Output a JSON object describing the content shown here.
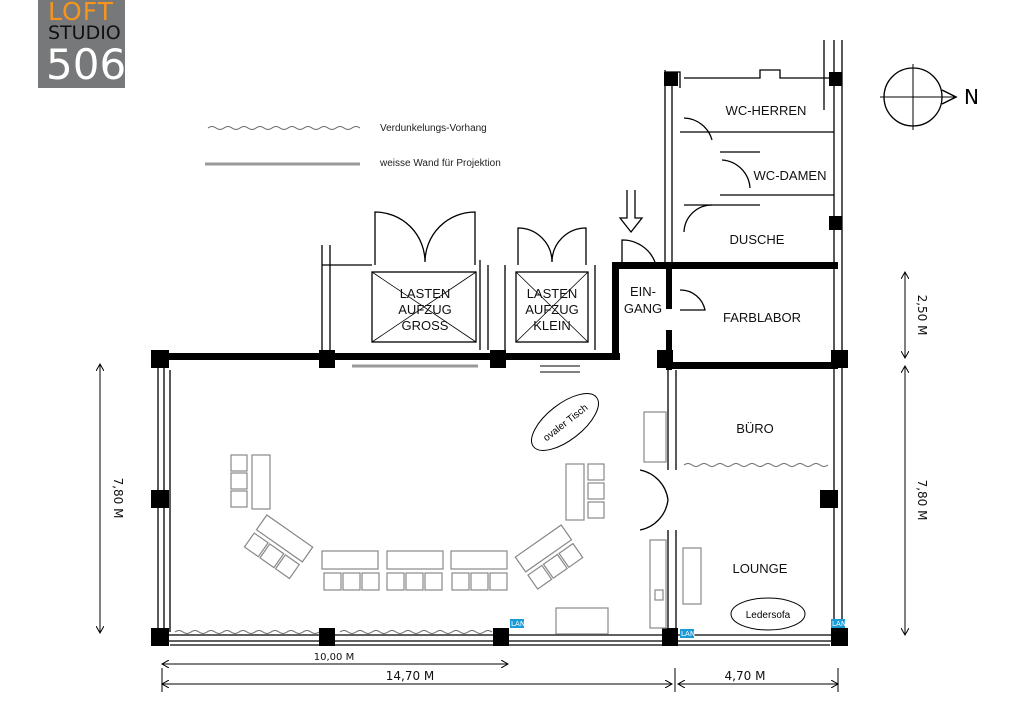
{
  "logo": {
    "line1": "LOFT",
    "line2": "STUDIO",
    "line3": "506"
  },
  "legend": [
    {
      "label": "Verdunkelungs-Vorhang"
    },
    {
      "label": "weisse Wand für Projektion"
    }
  ],
  "compass": {
    "label": "N"
  },
  "rooms": {
    "wc_herren": "WC-HERREN",
    "wc_damen": "WC-DAMEN",
    "dusche": "DUSCHE",
    "lasten_gross": [
      "LASTEN",
      "AUFZUG",
      "GROSS"
    ],
    "lasten_klein": [
      "LASTEN",
      "AUFZUG",
      "KLEIN"
    ],
    "eingang": [
      "EIN-",
      "GANG"
    ],
    "farblabor": "FARBLABOR",
    "buero": "BÜRO",
    "lounge": "LOUNGE"
  },
  "furniture": {
    "oval_table": "ovaler Tisch",
    "sofa": "Ledersofa"
  },
  "lan_label": "LAN",
  "dimensions": {
    "left_height": "7,80 M",
    "right_top": "2,50 M",
    "right_bottom": "7,80 M",
    "bottom_short": "10,00 M",
    "bottom_main": "14,70 M",
    "bottom_right": "4,70 M"
  },
  "colors": {
    "logo_bg": "#77787a",
    "logo_accent": "#f7941d",
    "lan": "#1a9ad6"
  }
}
